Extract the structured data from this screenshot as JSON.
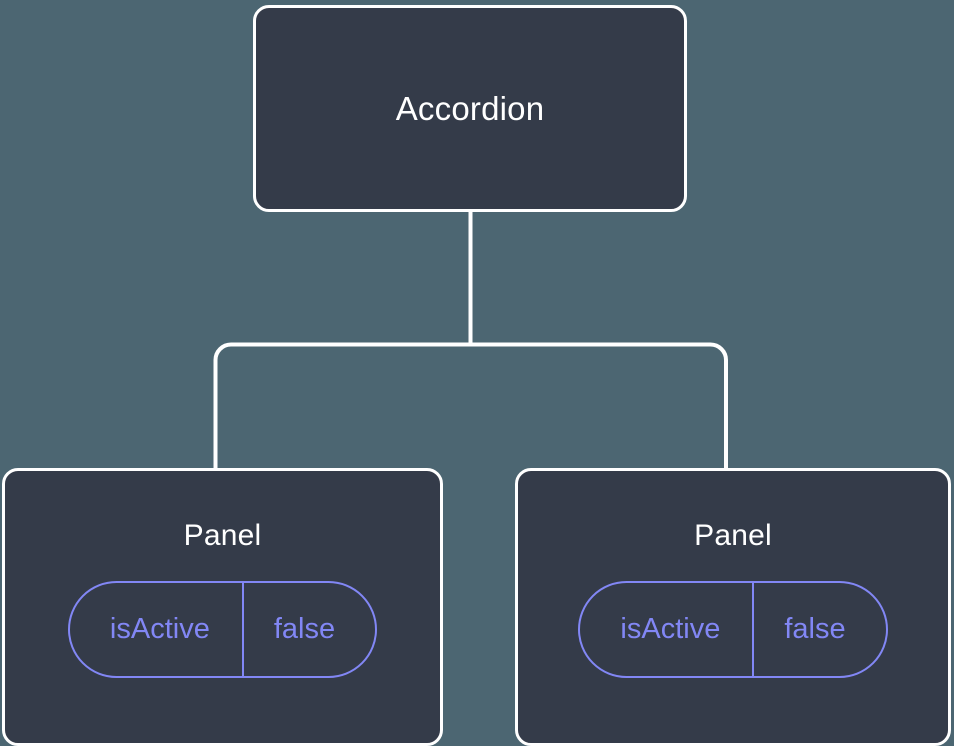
{
  "diagram": {
    "type": "component-tree",
    "background_color": "#4c6672",
    "node_fill_color": "#343b49",
    "node_border_color": "#ffffff",
    "connector_color": "#ffffff",
    "accent_color": "#8287f5",
    "root": {
      "label": "Accordion"
    },
    "children": [
      {
        "label": "Panel",
        "state": {
          "key": "isActive",
          "value": "false"
        }
      },
      {
        "label": "Panel",
        "state": {
          "key": "isActive",
          "value": "false"
        }
      }
    ]
  }
}
